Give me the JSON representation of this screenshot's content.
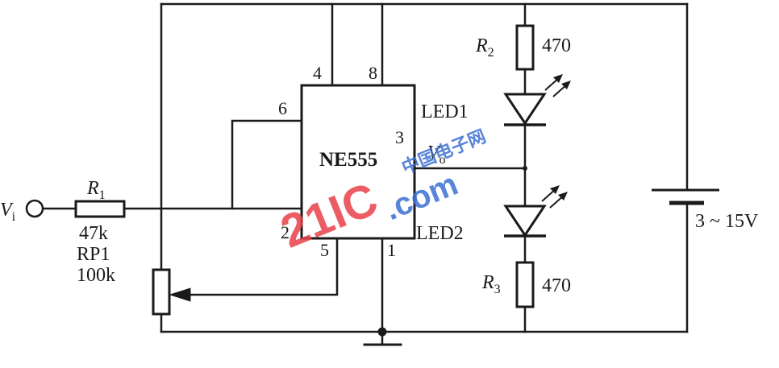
{
  "chip": {
    "name": "NE555"
  },
  "pins": {
    "p1": "1",
    "p2": "2",
    "p3": "3",
    "p4": "4",
    "p5": "5",
    "p6": "6",
    "p8": "8"
  },
  "input": {
    "label_main": "V",
    "label_sub": "i"
  },
  "output": {
    "label_main": "V",
    "label_sub": "o"
  },
  "r1": {
    "name_main": "R",
    "name_sub": "1",
    "value": "47k"
  },
  "rp1": {
    "name": "RP1",
    "value": "100k"
  },
  "r2": {
    "name_main": "R",
    "name_sub": "2",
    "value": "470"
  },
  "r3": {
    "name_main": "R",
    "name_sub": "3",
    "value": "470"
  },
  "led1": {
    "name": "LED1"
  },
  "led2": {
    "name": "LED2"
  },
  "battery": {
    "voltage": "3 ~ 15V"
  },
  "watermark": {
    "site": "21IC",
    "domain": ".com",
    "cn": "中国电子网"
  },
  "colors": {
    "line": "#1a1a1a",
    "watermark_red": "#e8404a",
    "watermark_blue": "#3b6fd4"
  }
}
